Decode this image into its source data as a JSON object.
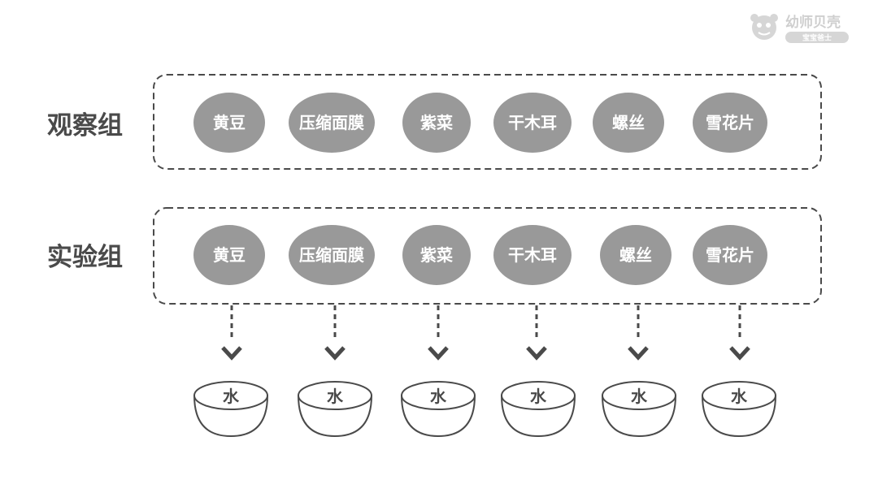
{
  "logo": {
    "name": "幼师贝壳",
    "tagline": "宝宝爸士"
  },
  "groups": [
    {
      "label": "观察组",
      "items": [
        "黄豆",
        "压缩面膜",
        "紫菜",
        "干木耳",
        "螺丝",
        "雪花片"
      ]
    },
    {
      "label": "实验组",
      "items": [
        "黄豆",
        "压缩面膜",
        "紫菜",
        "干木耳",
        "螺丝",
        "雪花片"
      ]
    }
  ],
  "bowls": [
    "水",
    "水",
    "水",
    "水",
    "水",
    "水"
  ],
  "colors": {
    "pill_fill": "#999999",
    "pill_text": "#ffffff",
    "border": "#4a4a4a",
    "label_text": "#4a4a4a",
    "logo": "#cfcfcf"
  }
}
